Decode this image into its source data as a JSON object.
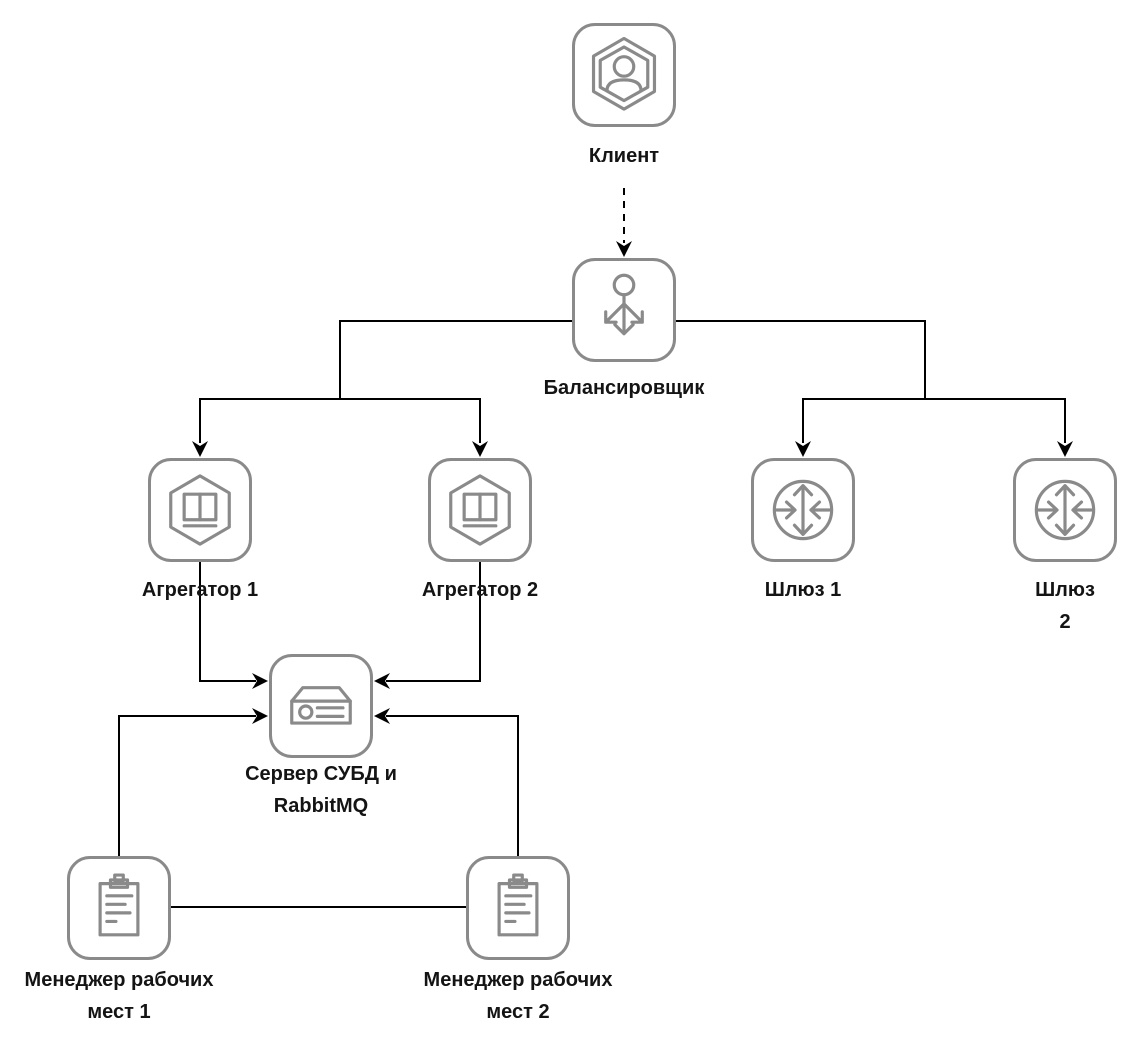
{
  "diagram": {
    "nodes": {
      "client": {
        "label": "Клиент",
        "icon": "user-hexagon-icon"
      },
      "balancer": {
        "label": "Балансировщик",
        "icon": "load-balancer-icon"
      },
      "aggregator1": {
        "label": "Агрегатор 1",
        "icon": "aggregator-hexagon-icon"
      },
      "aggregator2": {
        "label": "Агрегатор 2",
        "icon": "aggregator-hexagon-icon"
      },
      "gateway1": {
        "label": "Шлюз 1",
        "icon": "gateway-arrows-icon"
      },
      "gateway2": {
        "label": "Шлюз 2",
        "icon": "gateway-arrows-icon"
      },
      "server": {
        "label": "Сервер СУБД и\nRabbitMQ",
        "icon": "database-server-icon"
      },
      "manager1": {
        "label": "Менеджер рабочих\nмест 1",
        "icon": "clipboard-icon"
      },
      "manager2": {
        "label": "Менеджер рабочих\nмест 2",
        "icon": "clipboard-icon"
      }
    },
    "edges": [
      {
        "from": "Клиент",
        "to": "Балансировщик",
        "style": "dashed",
        "arrow": "to"
      },
      {
        "from": "Балансировщик",
        "to": "Агрегатор 1",
        "style": "solid",
        "arrow": "to"
      },
      {
        "from": "Балансировщик",
        "to": "Агрегатор 2",
        "style": "solid",
        "arrow": "to"
      },
      {
        "from": "Балансировщик",
        "to": "Шлюз 1",
        "style": "solid",
        "arrow": "to"
      },
      {
        "from": "Балансировщик",
        "to": "Шлюз 2",
        "style": "solid",
        "arrow": "to"
      },
      {
        "from": "Агрегатор 1",
        "to": "Сервер СУБД и RabbitMQ",
        "style": "solid",
        "arrow": "to"
      },
      {
        "from": "Агрегатор 2",
        "to": "Сервер СУБД и RabbitMQ",
        "style": "solid",
        "arrow": "to"
      },
      {
        "from": "Менеджер рабочих мест 1",
        "to": "Сервер СУБД и RabbitMQ",
        "style": "solid",
        "arrow": "to"
      },
      {
        "from": "Менеджер рабочих мест 2",
        "to": "Сервер СУБД и RabbitMQ",
        "style": "solid",
        "arrow": "to"
      },
      {
        "from": "Менеджер рабочих мест 1",
        "to": "Менеджер рабочих мест 2",
        "style": "solid",
        "arrow": "none"
      }
    ],
    "colors": {
      "line": "#000000",
      "icon_border": "#8a8a8a",
      "icon_glyph": "#8a8a8a",
      "label": "#141414",
      "background": "#ffffff"
    }
  }
}
